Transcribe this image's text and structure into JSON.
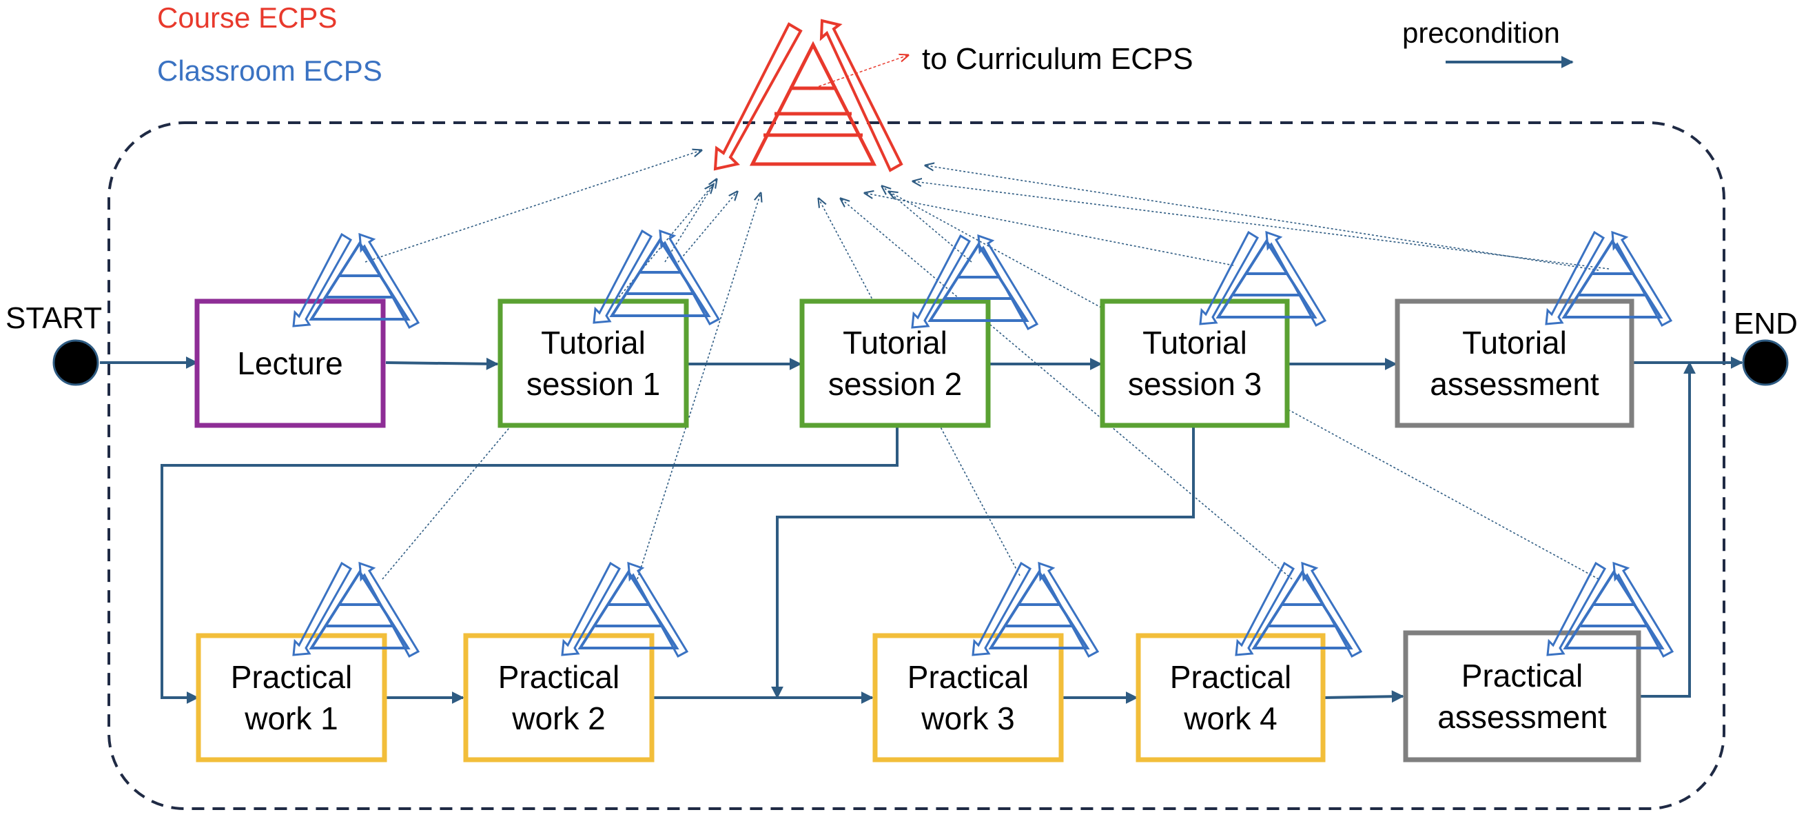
{
  "legend": {
    "course_label": "Course ECPS",
    "classroom_label": "Classroom ECPS",
    "precondition_label": "precondition",
    "course_color": "#e8392c",
    "classroom_color": "#3a72c2",
    "arrow_color": "#2e5b82"
  },
  "curriculum_label": "to Curriculum ECPS",
  "start_label": "START",
  "end_label": "END",
  "nodes": {
    "lecture": {
      "lines": [
        "Lecture"
      ],
      "border": "#8e2d96"
    },
    "tut1": {
      "lines": [
        "Tutorial",
        "session 1"
      ],
      "border": "#5aa132"
    },
    "tut2": {
      "lines": [
        "Tutorial",
        "session 2"
      ],
      "border": "#5aa132"
    },
    "tut3": {
      "lines": [
        "Tutorial",
        "session 3"
      ],
      "border": "#5aa132"
    },
    "tut_assess": {
      "lines": [
        "Tutorial",
        "assessment"
      ],
      "border": "#7f7f7f"
    },
    "pw1": {
      "lines": [
        "Practical",
        "work 1"
      ],
      "border": "#f2be3a"
    },
    "pw2": {
      "lines": [
        "Practical",
        "work 2"
      ],
      "border": "#f2be3a"
    },
    "pw3": {
      "lines": [
        "Practical",
        "work 3"
      ],
      "border": "#f2be3a"
    },
    "pw4": {
      "lines": [
        "Practical",
        "work 4"
      ],
      "border": "#f2be3a"
    },
    "pr_assess": {
      "lines": [
        "Practical",
        "assessment"
      ],
      "border": "#7f7f7f"
    }
  }
}
